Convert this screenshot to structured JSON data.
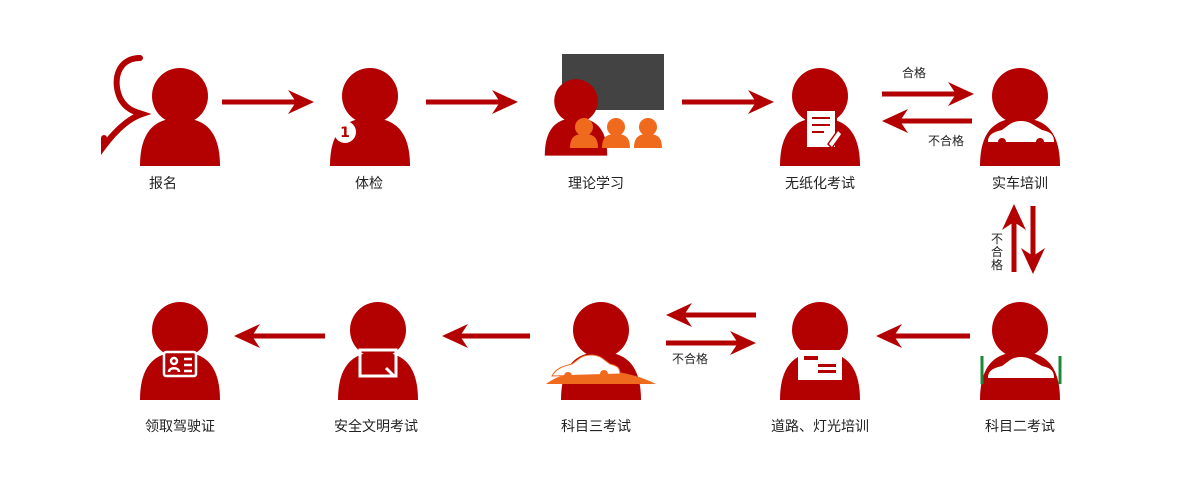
{
  "colors": {
    "primary": "#b30000",
    "accent": "#f06a1e",
    "screen": "#434343",
    "white": "#ffffff",
    "green": "#1a8a3a"
  },
  "nodes": [
    {
      "id": "registration",
      "label": "报名"
    },
    {
      "id": "medical-check",
      "label": "体检",
      "badge": "1"
    },
    {
      "id": "theory-study",
      "label": "理论学习"
    },
    {
      "id": "paperless-exam",
      "label": "无纸化考试"
    },
    {
      "id": "practical-training",
      "label": "实车培训"
    },
    {
      "id": "subject-two-exam",
      "label": "科目二考试"
    },
    {
      "id": "road-light-training",
      "label": "道路、灯光培训"
    },
    {
      "id": "subject-three-exam",
      "label": "科目三考试"
    },
    {
      "id": "safety-exam",
      "label": "安全文明考试"
    },
    {
      "id": "license-collection",
      "label": "领取驾驶证"
    }
  ],
  "edges": {
    "pass": "合格",
    "fail_top": "不合格",
    "fail_vertical": "不合格",
    "fail_bottom": "不合格"
  }
}
